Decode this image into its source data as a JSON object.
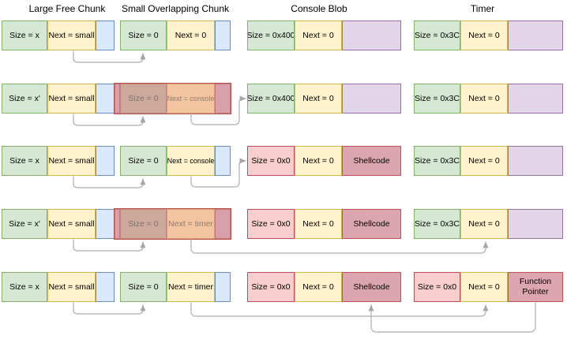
{
  "diagram": {
    "titles": [
      {
        "label": "Large Free Chunk"
      },
      {
        "label": "Small Overlapping Chunk"
      },
      {
        "label": "Console Blob"
      },
      {
        "label": "Timer"
      }
    ],
    "colors": {
      "green_fill": "#d5e8d4",
      "green_stroke": "#82b366",
      "yellow_fill": "#fff2cc",
      "yellow_stroke": "#d6b656",
      "blue_fill": "#dae8fc",
      "blue_stroke": "#6c8ebf",
      "purple_fill": "#e1d5e7",
      "purple_stroke": "#9673a6",
      "pink_fill": "#f8cecc",
      "red_stroke": "#b85450",
      "red_cell_fill": "#dca6b1",
      "overlay_over_green": "#cda99c",
      "overlay_over_yellow": "#f3c59f",
      "overlay_strip": "#d7a0ab",
      "arrow_line": "#b9b9b9"
    },
    "rows": [
      {
        "overlay": false,
        "cells": [
          {
            "col": "large-size",
            "style": "green",
            "text": "Size = x"
          },
          {
            "col": "large-next",
            "style": "yellow",
            "text": "Next = small"
          },
          {
            "col": "large-data",
            "style": "blue",
            "text": ""
          },
          {
            "col": "small-size",
            "style": "green",
            "text": "Size = 0"
          },
          {
            "col": "small-next",
            "style": "yellow",
            "text": "Next = 0"
          },
          {
            "col": "small-data",
            "style": "blue",
            "text": ""
          },
          {
            "col": "console-size",
            "style": "green",
            "text": "Size = 0x400"
          },
          {
            "col": "console-next",
            "style": "yellow",
            "text": "Next = 0"
          },
          {
            "col": "console-data",
            "style": "purple",
            "text": ""
          },
          {
            "col": "timer-size",
            "style": "green",
            "text": "Size = 0x3C"
          },
          {
            "col": "timer-next",
            "style": "yellow",
            "text": "Next = 0"
          },
          {
            "col": "timer-data",
            "style": "purple",
            "text": ""
          }
        ]
      },
      {
        "overlay": true,
        "cells": [
          {
            "col": "large-size",
            "style": "green",
            "text": "Size = x'"
          },
          {
            "col": "large-next",
            "style": "yellow",
            "text": "Next = small"
          },
          {
            "col": "large-data",
            "style": "blue",
            "text": ""
          },
          {
            "col": "overflow-lead",
            "style": "ov-strip",
            "text": ""
          },
          {
            "col": "small-size",
            "style": "ov-green",
            "text": "Size = 0"
          },
          {
            "col": "small-next",
            "style": "ov-yellow",
            "text": "Next = console",
            "small": true
          },
          {
            "col": "small-data",
            "style": "ov-strip",
            "text": ""
          },
          {
            "col": "console-size",
            "style": "green",
            "text": "Size = 0x400"
          },
          {
            "col": "console-next",
            "style": "yellow",
            "text": "Next = 0"
          },
          {
            "col": "console-data",
            "style": "purple",
            "text": ""
          },
          {
            "col": "timer-size",
            "style": "green",
            "text": "Size = 0x3C"
          },
          {
            "col": "timer-next",
            "style": "yellow",
            "text": "Next = 0"
          },
          {
            "col": "timer-data",
            "style": "purple",
            "text": ""
          }
        ]
      },
      {
        "overlay": false,
        "cells": [
          {
            "col": "large-size",
            "style": "green",
            "text": "Size = x"
          },
          {
            "col": "large-next",
            "style": "yellow",
            "text": "Next = small"
          },
          {
            "col": "large-data",
            "style": "blue",
            "text": ""
          },
          {
            "col": "small-size",
            "style": "green",
            "text": "Size = 0"
          },
          {
            "col": "small-next",
            "style": "yellow",
            "text": "Next = console",
            "small": true
          },
          {
            "col": "small-data",
            "style": "blue",
            "text": ""
          },
          {
            "col": "console-size",
            "style": "pink",
            "text": "Size = 0x0"
          },
          {
            "col": "console-next",
            "style": "yellow",
            "text": "Next = 0"
          },
          {
            "col": "console-data",
            "style": "red",
            "text": "Shellcode"
          },
          {
            "col": "timer-size",
            "style": "green",
            "text": "Size = 0x3C"
          },
          {
            "col": "timer-next",
            "style": "yellow",
            "text": "Next = 0"
          },
          {
            "col": "timer-data",
            "style": "purple",
            "text": ""
          }
        ]
      },
      {
        "overlay": true,
        "cells": [
          {
            "col": "large-size",
            "style": "green",
            "text": "Size = x'"
          },
          {
            "col": "large-next",
            "style": "yellow",
            "text": "Next = small"
          },
          {
            "col": "large-data",
            "style": "blue",
            "text": ""
          },
          {
            "col": "overflow-lead",
            "style": "ov-strip",
            "text": ""
          },
          {
            "col": "small-size",
            "style": "ov-green",
            "text": "Size = 0"
          },
          {
            "col": "small-next",
            "style": "ov-yellow",
            "text": "Next = timer"
          },
          {
            "col": "small-data",
            "style": "ov-strip",
            "text": ""
          },
          {
            "col": "console-size",
            "style": "pink",
            "text": "Size = 0x0"
          },
          {
            "col": "console-next",
            "style": "yellow",
            "text": "Next = 0"
          },
          {
            "col": "console-data",
            "style": "red",
            "text": "Shellcode"
          },
          {
            "col": "timer-size",
            "style": "green",
            "text": "Size = 0x3C"
          },
          {
            "col": "timer-next",
            "style": "yellow",
            "text": "Next = 0"
          },
          {
            "col": "timer-data",
            "style": "purple",
            "text": ""
          }
        ]
      },
      {
        "overlay": false,
        "cells": [
          {
            "col": "large-size",
            "style": "green",
            "text": "Size = x"
          },
          {
            "col": "large-next",
            "style": "yellow",
            "text": "Next = small"
          },
          {
            "col": "large-data",
            "style": "blue",
            "text": ""
          },
          {
            "col": "small-size",
            "style": "green",
            "text": "Size = 0"
          },
          {
            "col": "small-next",
            "style": "yellow",
            "text": "Next = timer"
          },
          {
            "col": "small-data",
            "style": "blue",
            "text": ""
          },
          {
            "col": "console-size",
            "style": "pink",
            "text": "Size = 0x0"
          },
          {
            "col": "console-next",
            "style": "yellow",
            "text": "Next = 0"
          },
          {
            "col": "console-data",
            "style": "red",
            "text": "Shellcode"
          },
          {
            "col": "timer-size",
            "style": "pink",
            "text": "Size = 0x0"
          },
          {
            "col": "timer-next",
            "style": "yellow",
            "text": "Next = 0"
          },
          {
            "col": "timer-data",
            "style": "red",
            "text": "Function Pointer",
            "wrap": true
          }
        ]
      }
    ],
    "arrows": [
      {
        "row": 0,
        "type": "next-small-to-size"
      },
      {
        "row": 1,
        "type": "next-small-to-size"
      },
      {
        "row": 1,
        "type": "next-to-console"
      },
      {
        "row": 2,
        "type": "next-small-to-size"
      },
      {
        "row": 2,
        "type": "next-to-console"
      },
      {
        "row": 3,
        "type": "next-small-to-size"
      },
      {
        "row": 3,
        "type": "next-to-timer"
      },
      {
        "row": 4,
        "type": "next-small-to-size"
      },
      {
        "row": 4,
        "type": "next-to-timer"
      },
      {
        "row": 4,
        "type": "function-pointer-to-shellcode"
      }
    ]
  }
}
